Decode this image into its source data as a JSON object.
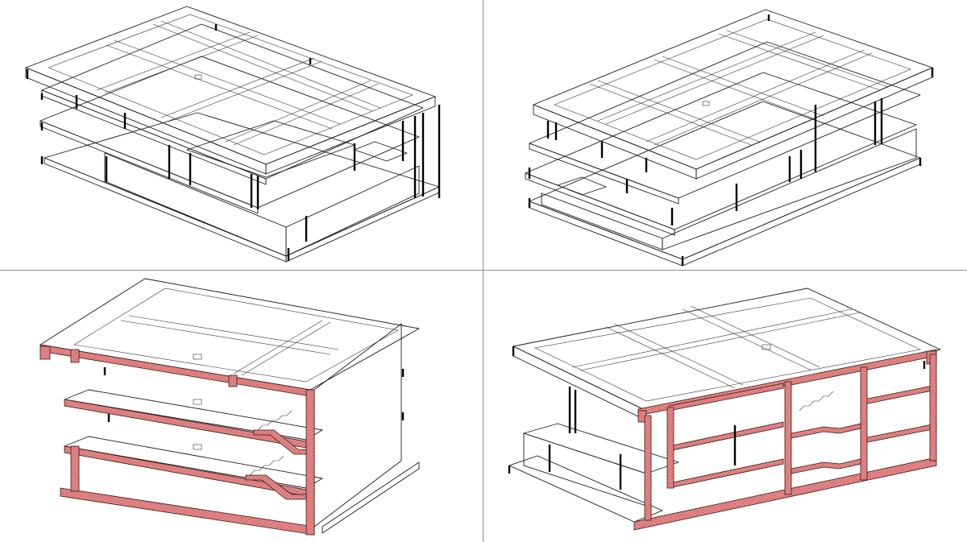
{
  "viewports": [
    {
      "id": "top-left-view",
      "kind": "exterior-isometric",
      "section_cut": false
    },
    {
      "id": "top-right-view",
      "kind": "exterior-isometric",
      "section_cut": false
    },
    {
      "id": "bottom-left-view",
      "kind": "section-isometric",
      "section_cut": true
    },
    {
      "id": "bottom-right-view",
      "kind": "section-isometric",
      "section_cut": true
    }
  ],
  "colors": {
    "line": "#1a1a1a",
    "background": "#ffffff",
    "section_cut": "#e07b7b",
    "section_hatch": "#b84848",
    "divider": "#8c8c8c"
  }
}
